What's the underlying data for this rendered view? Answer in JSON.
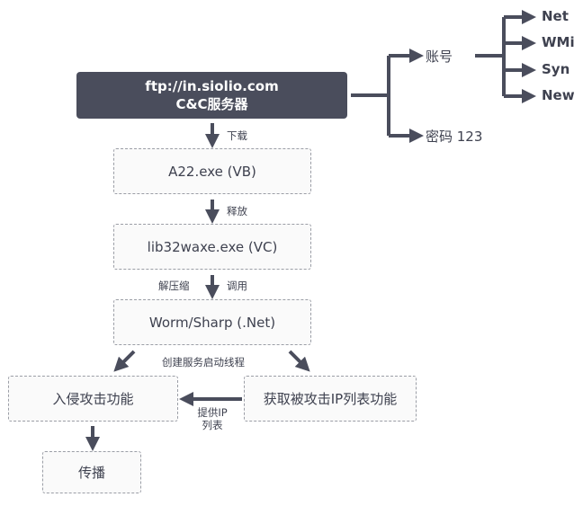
{
  "server": {
    "line1": "ftp://in.siolio.com",
    "line2": "C&C服务器"
  },
  "tree": {
    "account_label": "账号",
    "account_items": [
      "Net",
      "WMi",
      "Syn",
      "New"
    ],
    "password_label": "密码 123"
  },
  "flow": {
    "step1": "A22.exe (VB)",
    "step2": "lib32waxe.exe (VC)",
    "step3": "Worm/Sharp (.Net)",
    "step4_left": "入侵攻击功能",
    "step4_right": "获取被攻击IP列表功能",
    "step5": "传播"
  },
  "edge_labels": {
    "download": "下载",
    "release": "释放",
    "decompress": "解压缩",
    "invoke": "调用",
    "create_threads": "创建服务启动线程",
    "provide_ip_line1": "提供IP",
    "provide_ip_line2": "列表"
  },
  "colors": {
    "dark_box": "#4a4d5c",
    "arrow": "#4a4d5c",
    "dashed_border": "#9b9ea6",
    "text": "#3e414f"
  }
}
